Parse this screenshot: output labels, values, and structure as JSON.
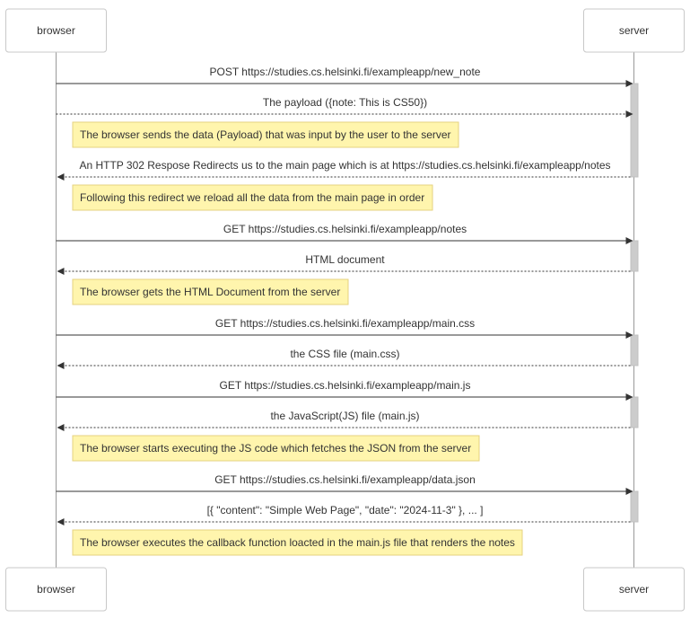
{
  "actors": [
    {
      "id": "browser",
      "label": "browser"
    },
    {
      "id": "server",
      "label": "server"
    }
  ],
  "events": [
    {
      "kind": "message",
      "from": "browser",
      "to": "server",
      "style": "solid",
      "text": "POST https://studies.cs.helsinki.fi/exampleapp/new_note",
      "activate": true
    },
    {
      "kind": "message",
      "from": "browser",
      "to": "server",
      "style": "dotted",
      "text": "The payload ({note: This is CS50})"
    },
    {
      "kind": "note",
      "text": "The browser sends the data (Payload) that was input by the user to the server"
    },
    {
      "kind": "message",
      "from": "server",
      "to": "browser",
      "style": "dotted",
      "text": "An HTTP 302 Respose Redirects us to the main page which is at https://studies.cs.helsinki.fi/exampleapp/notes",
      "deactivate": true
    },
    {
      "kind": "note",
      "text": "Following this redirect we reload all the data from the main page in order"
    },
    {
      "kind": "message",
      "from": "browser",
      "to": "server",
      "style": "solid",
      "text": "GET https://studies.cs.helsinki.fi/exampleapp/notes",
      "activate": true
    },
    {
      "kind": "message",
      "from": "server",
      "to": "browser",
      "style": "dotted",
      "text": "HTML document",
      "deactivate": true
    },
    {
      "kind": "note",
      "text": "The browser gets the HTML Document from the server"
    },
    {
      "kind": "message",
      "from": "browser",
      "to": "server",
      "style": "solid",
      "text": "GET https://studies.cs.helsinki.fi/exampleapp/main.css",
      "activate": true
    },
    {
      "kind": "message",
      "from": "server",
      "to": "browser",
      "style": "dotted",
      "text": "the CSS file (main.css)",
      "deactivate": true
    },
    {
      "kind": "message",
      "from": "browser",
      "to": "server",
      "style": "solid",
      "text": "GET https://studies.cs.helsinki.fi/exampleapp/main.js",
      "activate": true
    },
    {
      "kind": "message",
      "from": "server",
      "to": "browser",
      "style": "dotted",
      "text": "the JavaScript(JS) file (main.js)",
      "deactivate": true
    },
    {
      "kind": "note",
      "text": "The browser starts executing the JS code which fetches the JSON from the server"
    },
    {
      "kind": "message",
      "from": "browser",
      "to": "server",
      "style": "solid",
      "text": "GET https://studies.cs.helsinki.fi/exampleapp/data.json",
      "activate": true
    },
    {
      "kind": "message",
      "from": "server",
      "to": "browser",
      "style": "dotted",
      "text": "[{ \"content\": \"Simple Web Page\", \"date\": \"2024-11-3\" }, ... ]",
      "deactivate": true
    },
    {
      "kind": "note",
      "text": "The browser executes the callback function loacted in the main.js file that renders the notes"
    }
  ]
}
